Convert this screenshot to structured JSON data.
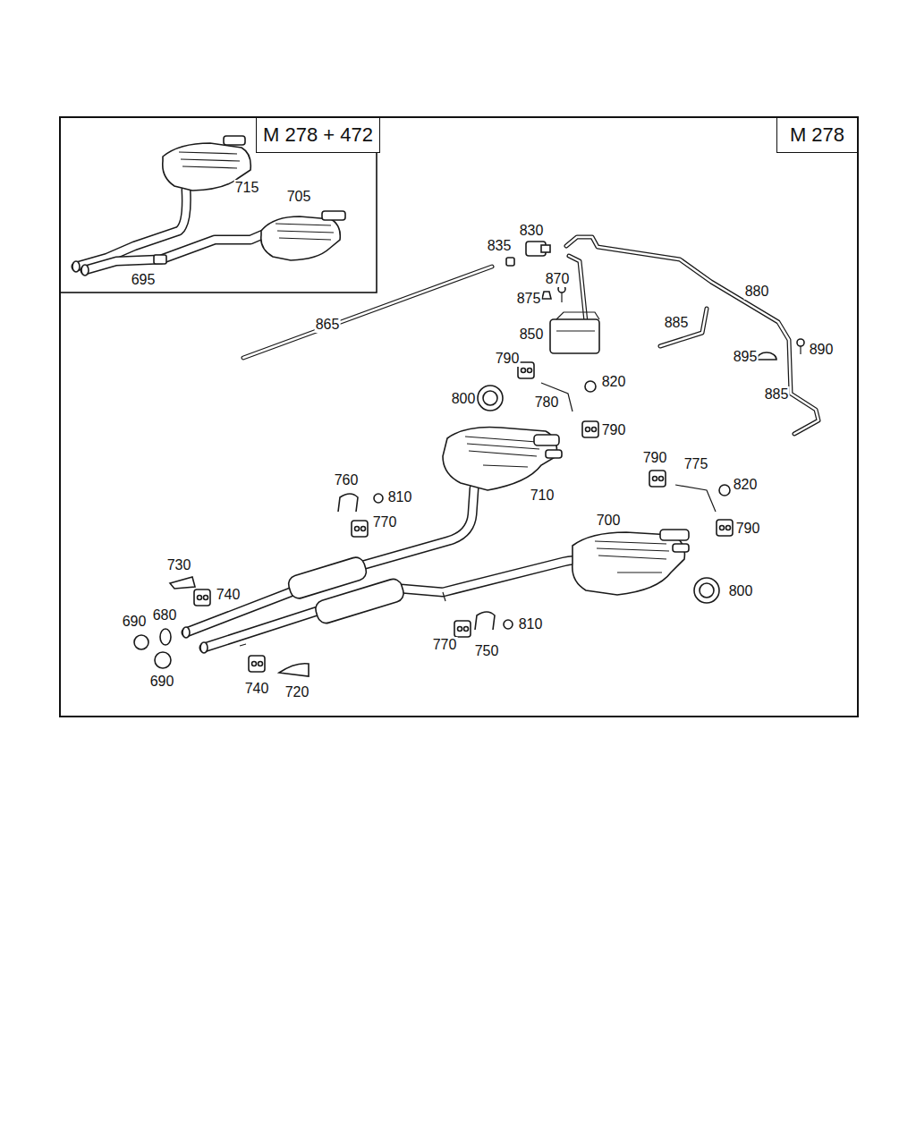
{
  "diagram": {
    "nodes": [
      {
        "text": [
          "M 278 + 472"
        ]
      },
      {
        "text": [
          "M 278"
        ]
      }
    ],
    "labels": [
      "715",
      "705",
      "695",
      "830",
      "835",
      "870",
      "875",
      "880",
      "865",
      "885",
      "850",
      "895",
      "890",
      "790",
      "820",
      "800",
      "780",
      "885",
      "790",
      "790",
      "775",
      "820",
      "760",
      "810",
      "710",
      "770",
      "700",
      "790",
      "730",
      "740",
      "800",
      "690",
      "680",
      "810",
      "770",
      "750",
      "740",
      "690",
      "720"
    ]
  }
}
